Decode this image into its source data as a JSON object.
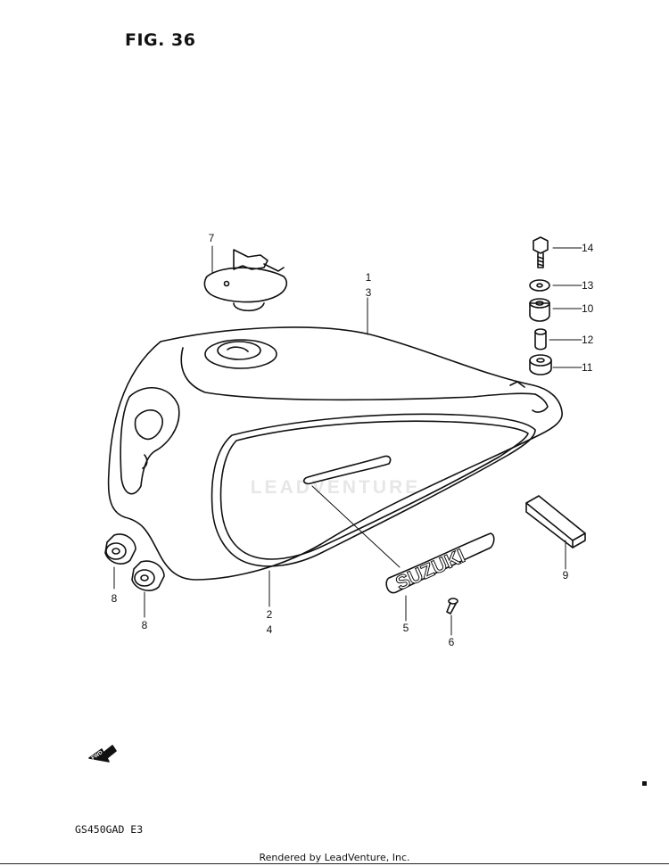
{
  "figure": {
    "title": "FIG. 36",
    "model": "GS450GAD  E3",
    "footer": "Rendered by LeadVenture, Inc.",
    "watermark": "LEADVENTURE"
  },
  "callouts": [
    {
      "id": "c1",
      "text": "1"
    },
    {
      "id": "c3",
      "text": "3"
    },
    {
      "id": "c7",
      "text": "7"
    },
    {
      "id": "c14",
      "text": "14"
    },
    {
      "id": "c13",
      "text": "13"
    },
    {
      "id": "c10",
      "text": "10"
    },
    {
      "id": "c12",
      "text": "12"
    },
    {
      "id": "c11",
      "text": "11"
    },
    {
      "id": "c9",
      "text": "9"
    },
    {
      "id": "c8a",
      "text": "8"
    },
    {
      "id": "c8b",
      "text": "8"
    },
    {
      "id": "c2",
      "text": "2"
    },
    {
      "id": "c4",
      "text": "4"
    },
    {
      "id": "c5",
      "text": "5"
    },
    {
      "id": "c6",
      "text": "6"
    }
  ],
  "emblem_text": "SUZUKI",
  "fwd_arrow_text": "FWD",
  "colors": {
    "line": "#111111",
    "watermark": "#e7e7e7"
  }
}
